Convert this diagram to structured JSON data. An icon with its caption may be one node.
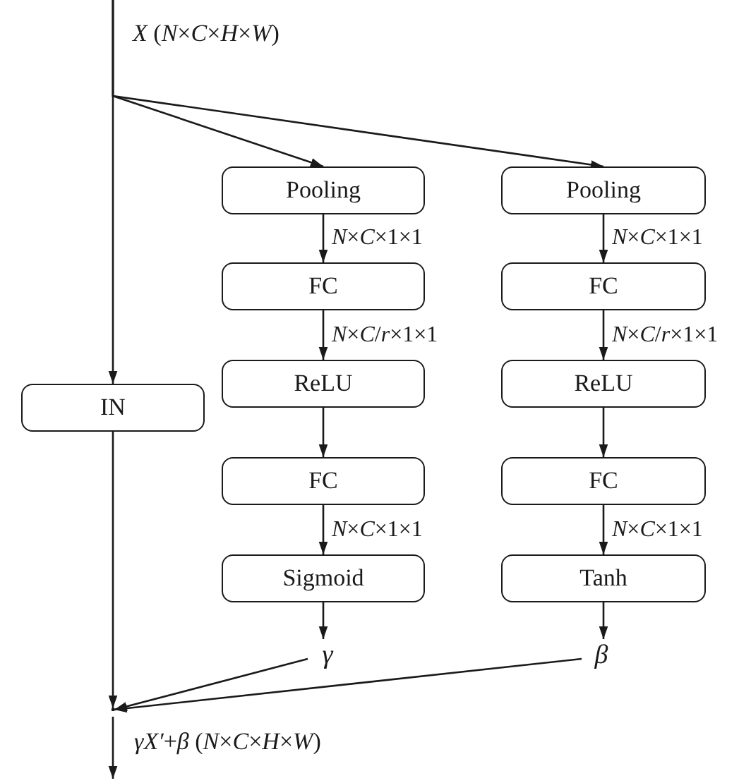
{
  "diagram": {
    "nodes": [
      {
        "text": [
          "IN"
        ]
      },
      {
        "text": [
          "Pooling"
        ]
      },
      {
        "text": [
          "FC"
        ]
      },
      {
        "text": [
          "ReLU"
        ]
      },
      {
        "text": [
          "FC"
        ]
      },
      {
        "text": [
          "Sigmoid"
        ]
      },
      {
        "text": [
          "γ"
        ]
      },
      {
        "text": [
          "Pooling"
        ]
      },
      {
        "text": [
          "FC"
        ]
      },
      {
        "text": [
          "ReLU"
        ]
      },
      {
        "text": [
          "FC"
        ]
      },
      {
        "text": [
          "Tanh"
        ]
      },
      {
        "text": [
          "β"
        ]
      },
      {
        "text": [],
        "shape": "point"
      }
    ],
    "edges": [
      {
        "from": null,
        "to": 0,
        "arrow": "to"
      },
      {
        "from": null,
        "to": 1,
        "arrow": "to"
      },
      {
        "from": null,
        "to": 7,
        "arrow": "to"
      },
      {
        "from": 1,
        "to": 2,
        "arrow": "to",
        "label": "*N*×*C*×1×1"
      },
      {
        "from": 2,
        "to": 3,
        "arrow": "to",
        "label": "*N*×*C*/*r*×1×1"
      },
      {
        "from": 3,
        "to": 4,
        "arrow": "to"
      },
      {
        "from": 4,
        "to": 5,
        "arrow": "to",
        "label": "*N*×*C*×1×1"
      },
      {
        "from": 5,
        "to": 6,
        "arrow": "to"
      },
      {
        "from": 7,
        "to": 8,
        "arrow": "to",
        "label": "*N*×*C*×1×1"
      },
      {
        "from": 8,
        "to": 9,
        "arrow": "to",
        "label": "*N*×*C*/*r*×1×1"
      },
      {
        "from": 9,
        "to": 10,
        "arrow": "to"
      },
      {
        "from": 10,
        "to": 11,
        "arrow": "to",
        "label": "*N*×*C*×1×1"
      },
      {
        "from": 11,
        "to": 12,
        "arrow": "to"
      },
      {
        "from": 0,
        "to": 13,
        "arrow": "to"
      },
      {
        "from": 6,
        "to": 13,
        "arrow": "to"
      },
      {
        "from": 12,
        "to": 13,
        "arrow": "to"
      },
      {
        "from": 13,
        "to": null,
        "arrow": "to"
      }
    ],
    "labels": [
      "*X* (*N*×*C*×*H*×*W*)",
      "*γX′*+*β* (*N*×*C*×*H*×*W*)"
    ]
  }
}
